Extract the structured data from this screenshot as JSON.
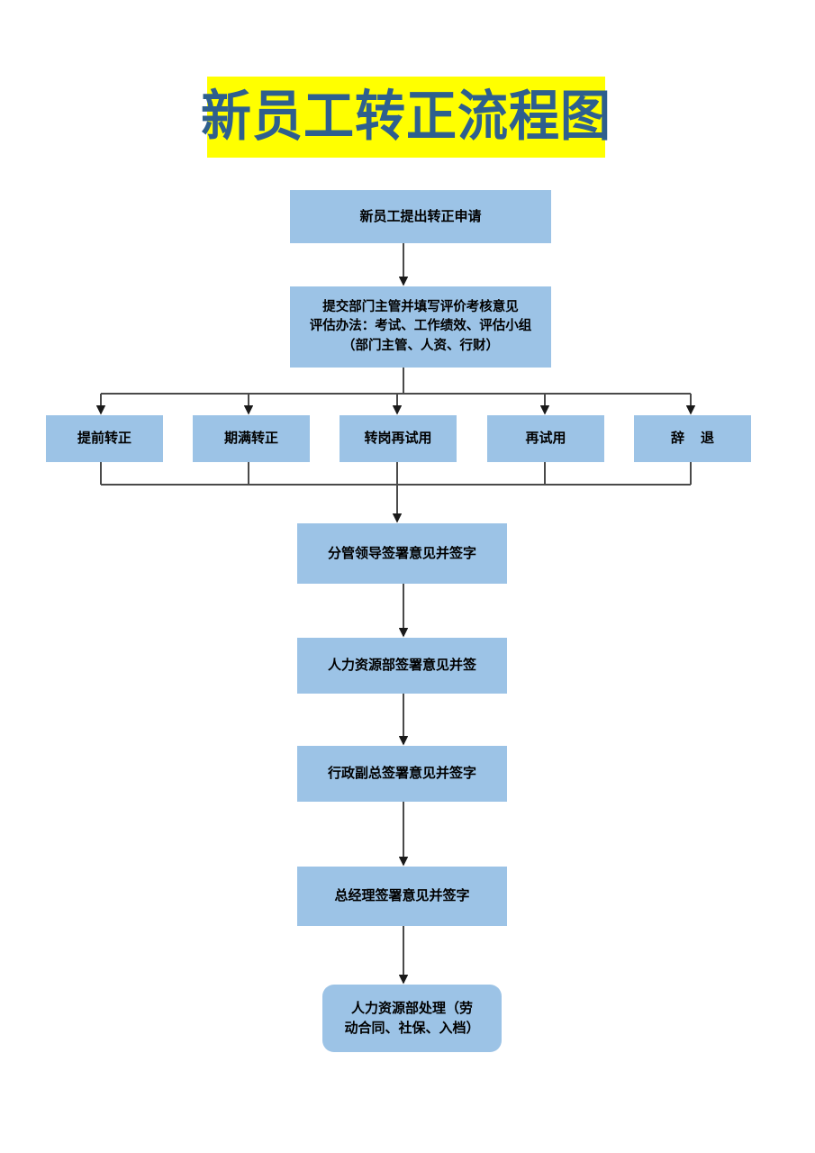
{
  "document": {
    "title": "新员工转正流程图",
    "title_bg_color": "#FFFF00",
    "title_text_color": "#2E5F8E",
    "node_fill_color": "#9CC3E6",
    "connector_color": "#404040"
  },
  "flow": {
    "apply": {
      "label": "新员工提出转正申请"
    },
    "submit": {
      "line1": "提交部门主管并填写评价考核意见",
      "line2": "评估办法：考试、工作绩效、评估小组",
      "line3": "（部门主管、人资、行财）"
    },
    "branches": [
      {
        "id": "early",
        "label": "提前转正"
      },
      {
        "id": "expire",
        "label": "期满转正"
      },
      {
        "id": "transfer",
        "label": "转岗再试用"
      },
      {
        "id": "retrial",
        "label": "再试用"
      },
      {
        "id": "dismiss",
        "label_part1": "辞",
        "label_part2": "退"
      }
    ],
    "leader": {
      "label": "分管领导签署意见并签字"
    },
    "hr_sign": {
      "label": "人力资源部签署意见并签"
    },
    "vp": {
      "label": "行政副总签署意见并签字"
    },
    "gm": {
      "label": "总经理签署意见并签字"
    },
    "hr_process": {
      "line1": "人力资源部处理（劳",
      "line2": "动合同、社保、入档）"
    }
  }
}
